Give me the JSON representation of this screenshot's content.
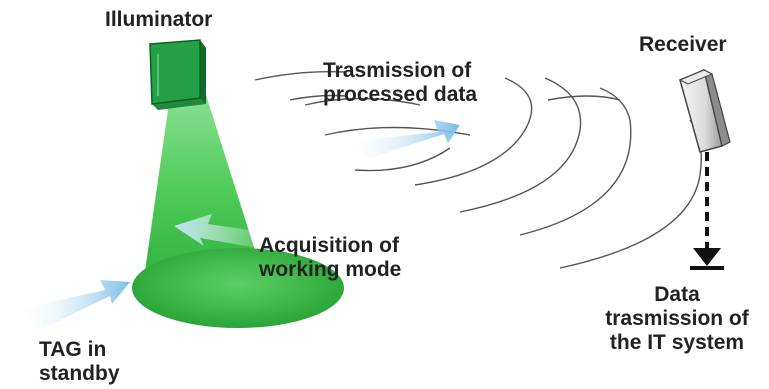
{
  "labels": {
    "illuminator": "Illuminator",
    "receiver": "Receiver",
    "transmission_line1": "Trasmission of",
    "transmission_line2": "processed data",
    "acquisition_line1": "Acquisition of",
    "acquisition_line2": "working mode",
    "tag_line1": "TAG in",
    "tag_line2": "standby",
    "data_line1": "Data",
    "data_line2": "trasmission of",
    "data_line3": "the IT system"
  },
  "colors": {
    "beam": "#3fbf4a",
    "illuminator": "#1f8a3c",
    "arrow": "#8fc7ec",
    "wave": "#555555",
    "text": "#222222"
  }
}
